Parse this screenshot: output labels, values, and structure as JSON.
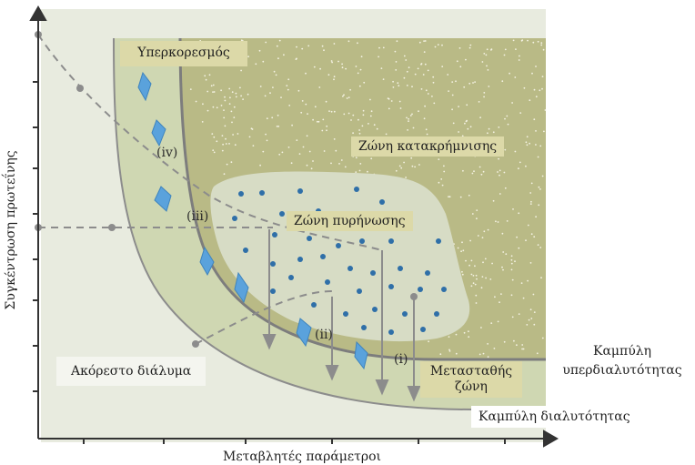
{
  "colors": {
    "background_panel": "#e8ebdf",
    "metastable_band": "#cfd7b2",
    "precipitation_zone": "#b9ba86",
    "nucleation_zone": "#d7dcc5",
    "label_box": "#dcd9a8",
    "curve": "#8c8c8c",
    "dots": "#2f6fa8",
    "crystals": "#5aa2dc"
  },
  "labels": {
    "supersaturation": "Υπερκορεσμός",
    "precipitation_zone": "Ζώνη κατακρήμνισης",
    "nucleation_zone": "Ζώνη πυρήνωσης",
    "metastable_zone": "Μετασταθής ζώνη",
    "unsaturated_solution": "Ακόρεστο διάλυμα",
    "supersolubility_curve": "Καμπύλη υπερδιαλυτότητας",
    "solubility_curve": "Καμπύλη διαλυτότητας"
  },
  "axes": {
    "x_label": "Μεταβλητές παράμετροι",
    "y_label": "Συγκέντρωση πρωτεΐνης"
  },
  "paths": {
    "i": "(i)",
    "ii": "(ii)",
    "iii": "(iii)",
    "iv": "(iv)"
  }
}
